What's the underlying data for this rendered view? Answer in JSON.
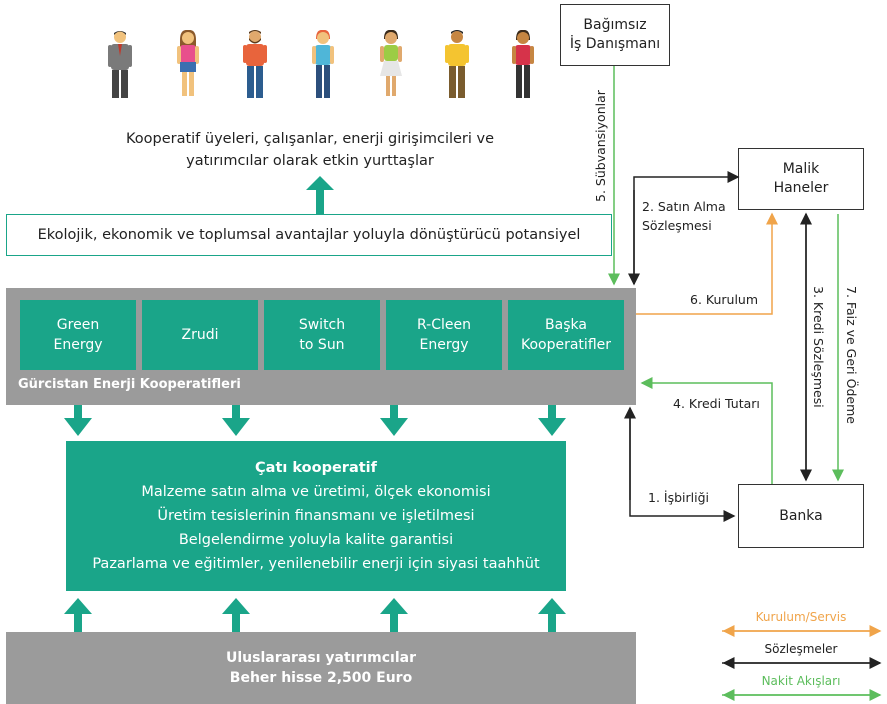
{
  "citizens": {
    "line1": "Kooperatif üyeleri, çalışanlar, enerji girişimcileri ve",
    "line2": "yatırımcılar olarak etkin yurttaşlar"
  },
  "ekolojik": "Ekolojik, ekonomik ve toplumsal avantajlar yoluyla dönüştürücü potansiyel",
  "consultant": {
    "line1": "Bağımsız",
    "line2": "İş Danışmanı"
  },
  "owner": {
    "line1": "Malik",
    "line2": "Haneler"
  },
  "bank": "Banka",
  "cooperatives": [
    {
      "line1": "Green",
      "line2": "Energy"
    },
    {
      "line1": "Zrudi",
      "line2": ""
    },
    {
      "line1": "Switch",
      "line2": "to Sun"
    },
    {
      "line1": "R-Cleen",
      "line2": "Energy"
    },
    {
      "line1": "Başka",
      "line2": "Kooperatifler"
    }
  ],
  "panel_label": "Gürcistan Enerji Kooperatifleri",
  "umbrella": {
    "title": "Çatı kooperatif",
    "items": [
      "Malzeme satın alma ve üretimi, ölçek ekonomisi",
      "Üretim tesislerinin finansmanı ve işletilmesi",
      "Belgelendirme yoluyla kalite garantisi",
      "Pazarlama ve eğitimler, yenilenebilir enerji için siyasi taahhüt"
    ]
  },
  "investors": {
    "line1": "Uluslararası yatırımcılar",
    "line2": "Beher hisse 2,500 Euro"
  },
  "flows": {
    "f1": "1. İşbirliği",
    "f2a": "2. Satın Alma",
    "f2b": "Sözleşmesi",
    "f3": "3. Kredi Sözleşmesi",
    "f4": "4. Kredi Tutarı",
    "f5": "5. Sübvansiyonlar",
    "f6": "6. Kurulum",
    "f7": "7. Faiz ve Geri Ödeme"
  },
  "legend": {
    "install": "Kurulum/Servis",
    "contracts": "Sözleşmeler",
    "cash": "Nakit Akışları"
  },
  "colors": {
    "teal": "#1aa589",
    "gray": "#9b9b9b",
    "orange": "#f0a44a",
    "green": "#5cbd5c",
    "black": "#222222"
  },
  "people_icons": [
    "person-man-gray-suit-icon",
    "person-woman-pink-icon",
    "person-man-beard-icon",
    "person-woman-orange-icon",
    "person-woman-white-dress-icon",
    "person-man-yellow-icon",
    "person-woman-red-icon"
  ]
}
